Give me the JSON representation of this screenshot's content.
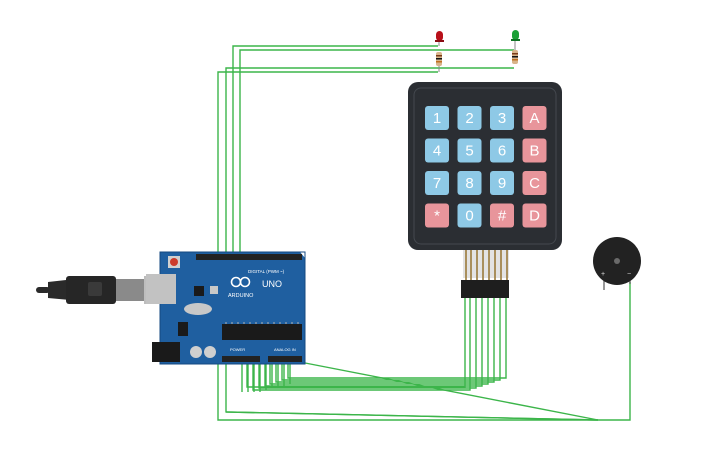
{
  "canvas": {
    "background": "#ffffff"
  },
  "colors": {
    "wire": "#3cb54a",
    "board": "#1f5fa0",
    "board_dark": "#0f3f72",
    "keypad_body": "#2b2e33",
    "keypad_key_blue": "#8ec9e6",
    "keypad_key_red": "#e8959b",
    "buzzer": "#222222",
    "led_red": "#b8101a",
    "led_green": "#1aa035",
    "cable": "#2a2a2a",
    "connector": "#9a9a9a"
  },
  "keypad": {
    "rows": [
      [
        {
          "label": "1",
          "color": "blue"
        },
        {
          "label": "2",
          "color": "blue"
        },
        {
          "label": "3",
          "color": "blue"
        },
        {
          "label": "A",
          "color": "red"
        }
      ],
      [
        {
          "label": "4",
          "color": "blue"
        },
        {
          "label": "5",
          "color": "blue"
        },
        {
          "label": "6",
          "color": "blue"
        },
        {
          "label": "B",
          "color": "red"
        }
      ],
      [
        {
          "label": "7",
          "color": "blue"
        },
        {
          "label": "8",
          "color": "blue"
        },
        {
          "label": "9",
          "color": "blue"
        },
        {
          "label": "C",
          "color": "red"
        }
      ],
      [
        {
          "label": "*",
          "color": "red"
        },
        {
          "label": "0",
          "color": "blue"
        },
        {
          "label": "#",
          "color": "red"
        },
        {
          "label": "D",
          "color": "red"
        }
      ]
    ]
  },
  "arduino": {
    "brand": "ARDUINO",
    "model": "UNO",
    "header_top_label": "DIGITAL (PWM ~)",
    "power_label": "POWER",
    "analog_label": "ANALOG IN"
  },
  "buzzer": {
    "plus_label": "+",
    "minus_label": "−"
  },
  "leds": [
    {
      "name": "red-led",
      "color": "red"
    },
    {
      "name": "green-led",
      "color": "green"
    }
  ]
}
